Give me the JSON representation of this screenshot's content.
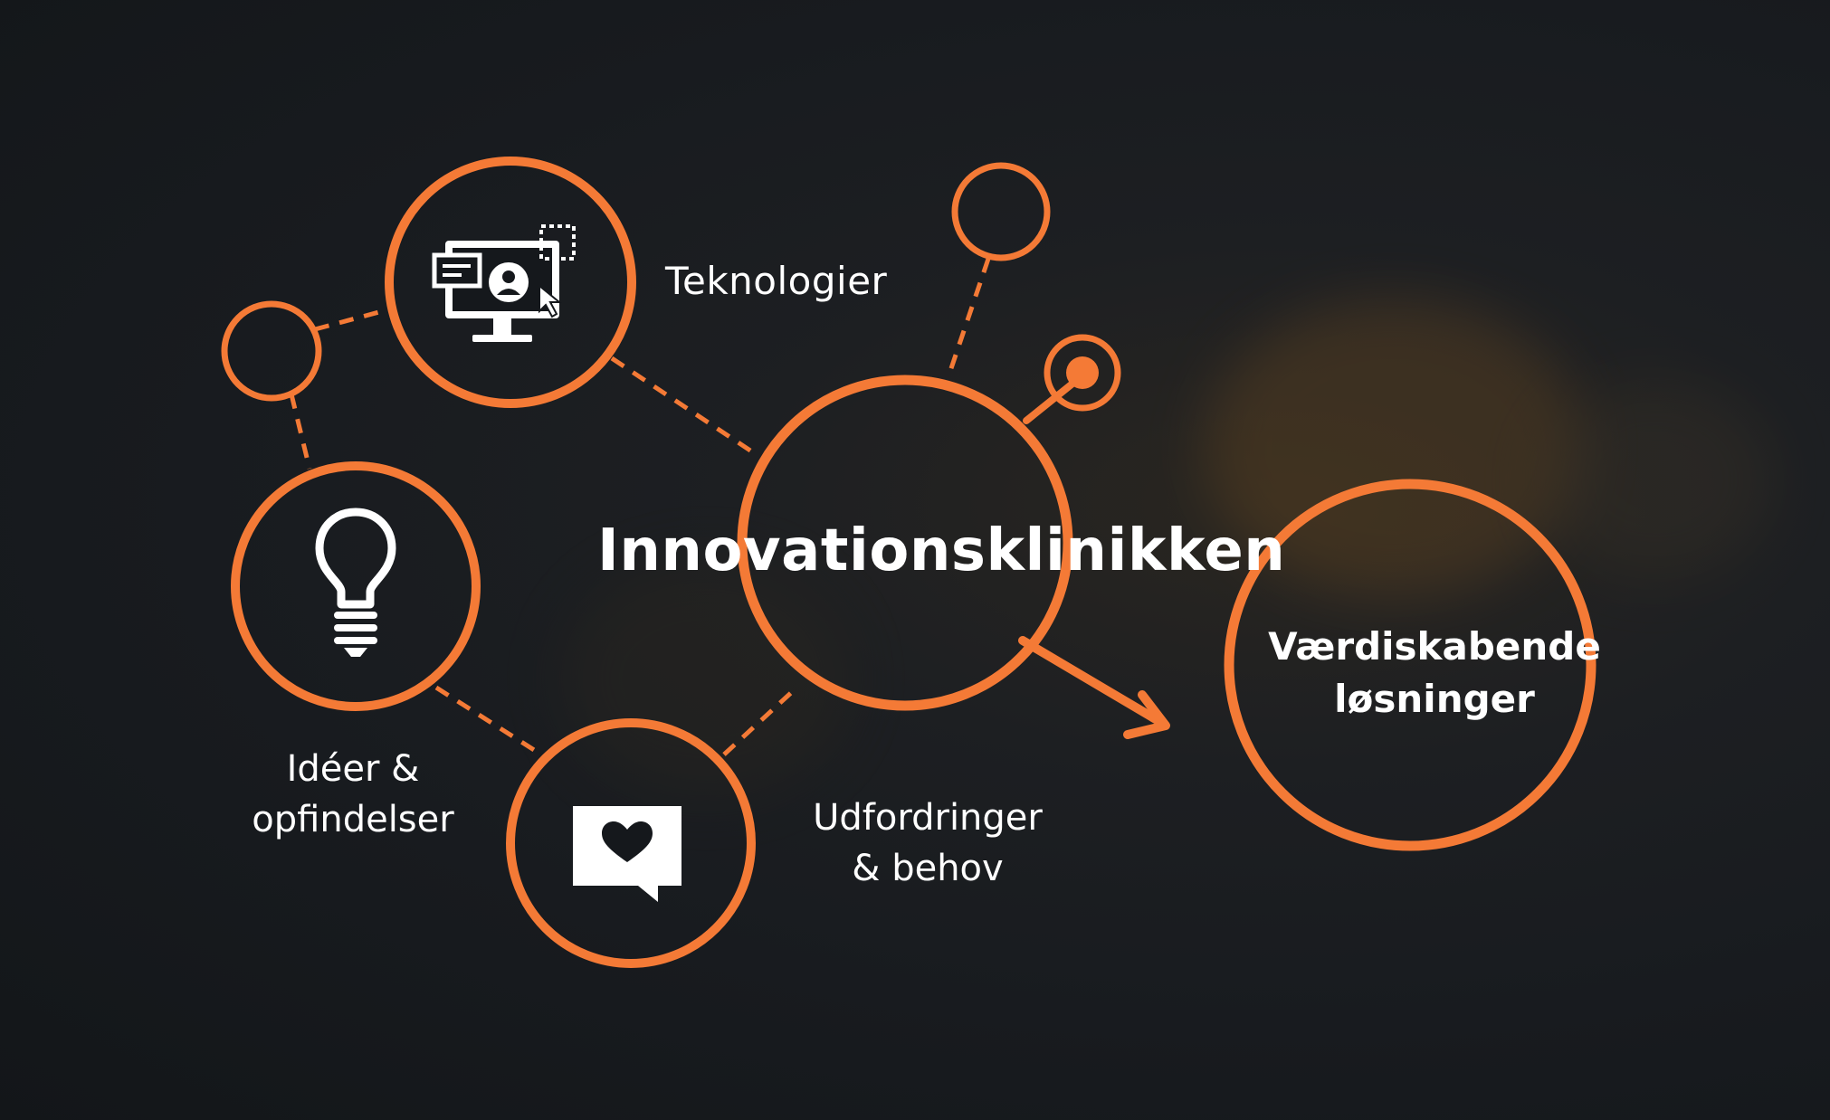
{
  "diagram": {
    "center_label": "Innovationsklinikken",
    "nodes": {
      "technologies": {
        "label": "Teknologier",
        "icon": "computer-screen-icon"
      },
      "ideas": {
        "label_line1": "Idéer &",
        "label_line2": "opfindelser",
        "icon": "lightbulb-icon"
      },
      "challenges": {
        "label_line1": "Udfordringer",
        "label_line2": "& behov",
        "icon": "heart-speech-bubble-icon"
      }
    },
    "outcome": {
      "label_line1": "Værdiskabende",
      "label_line2": "løsninger"
    },
    "colors": {
      "accent": "#f47a36",
      "background": "#181b1f",
      "text": "#ffffff"
    }
  }
}
